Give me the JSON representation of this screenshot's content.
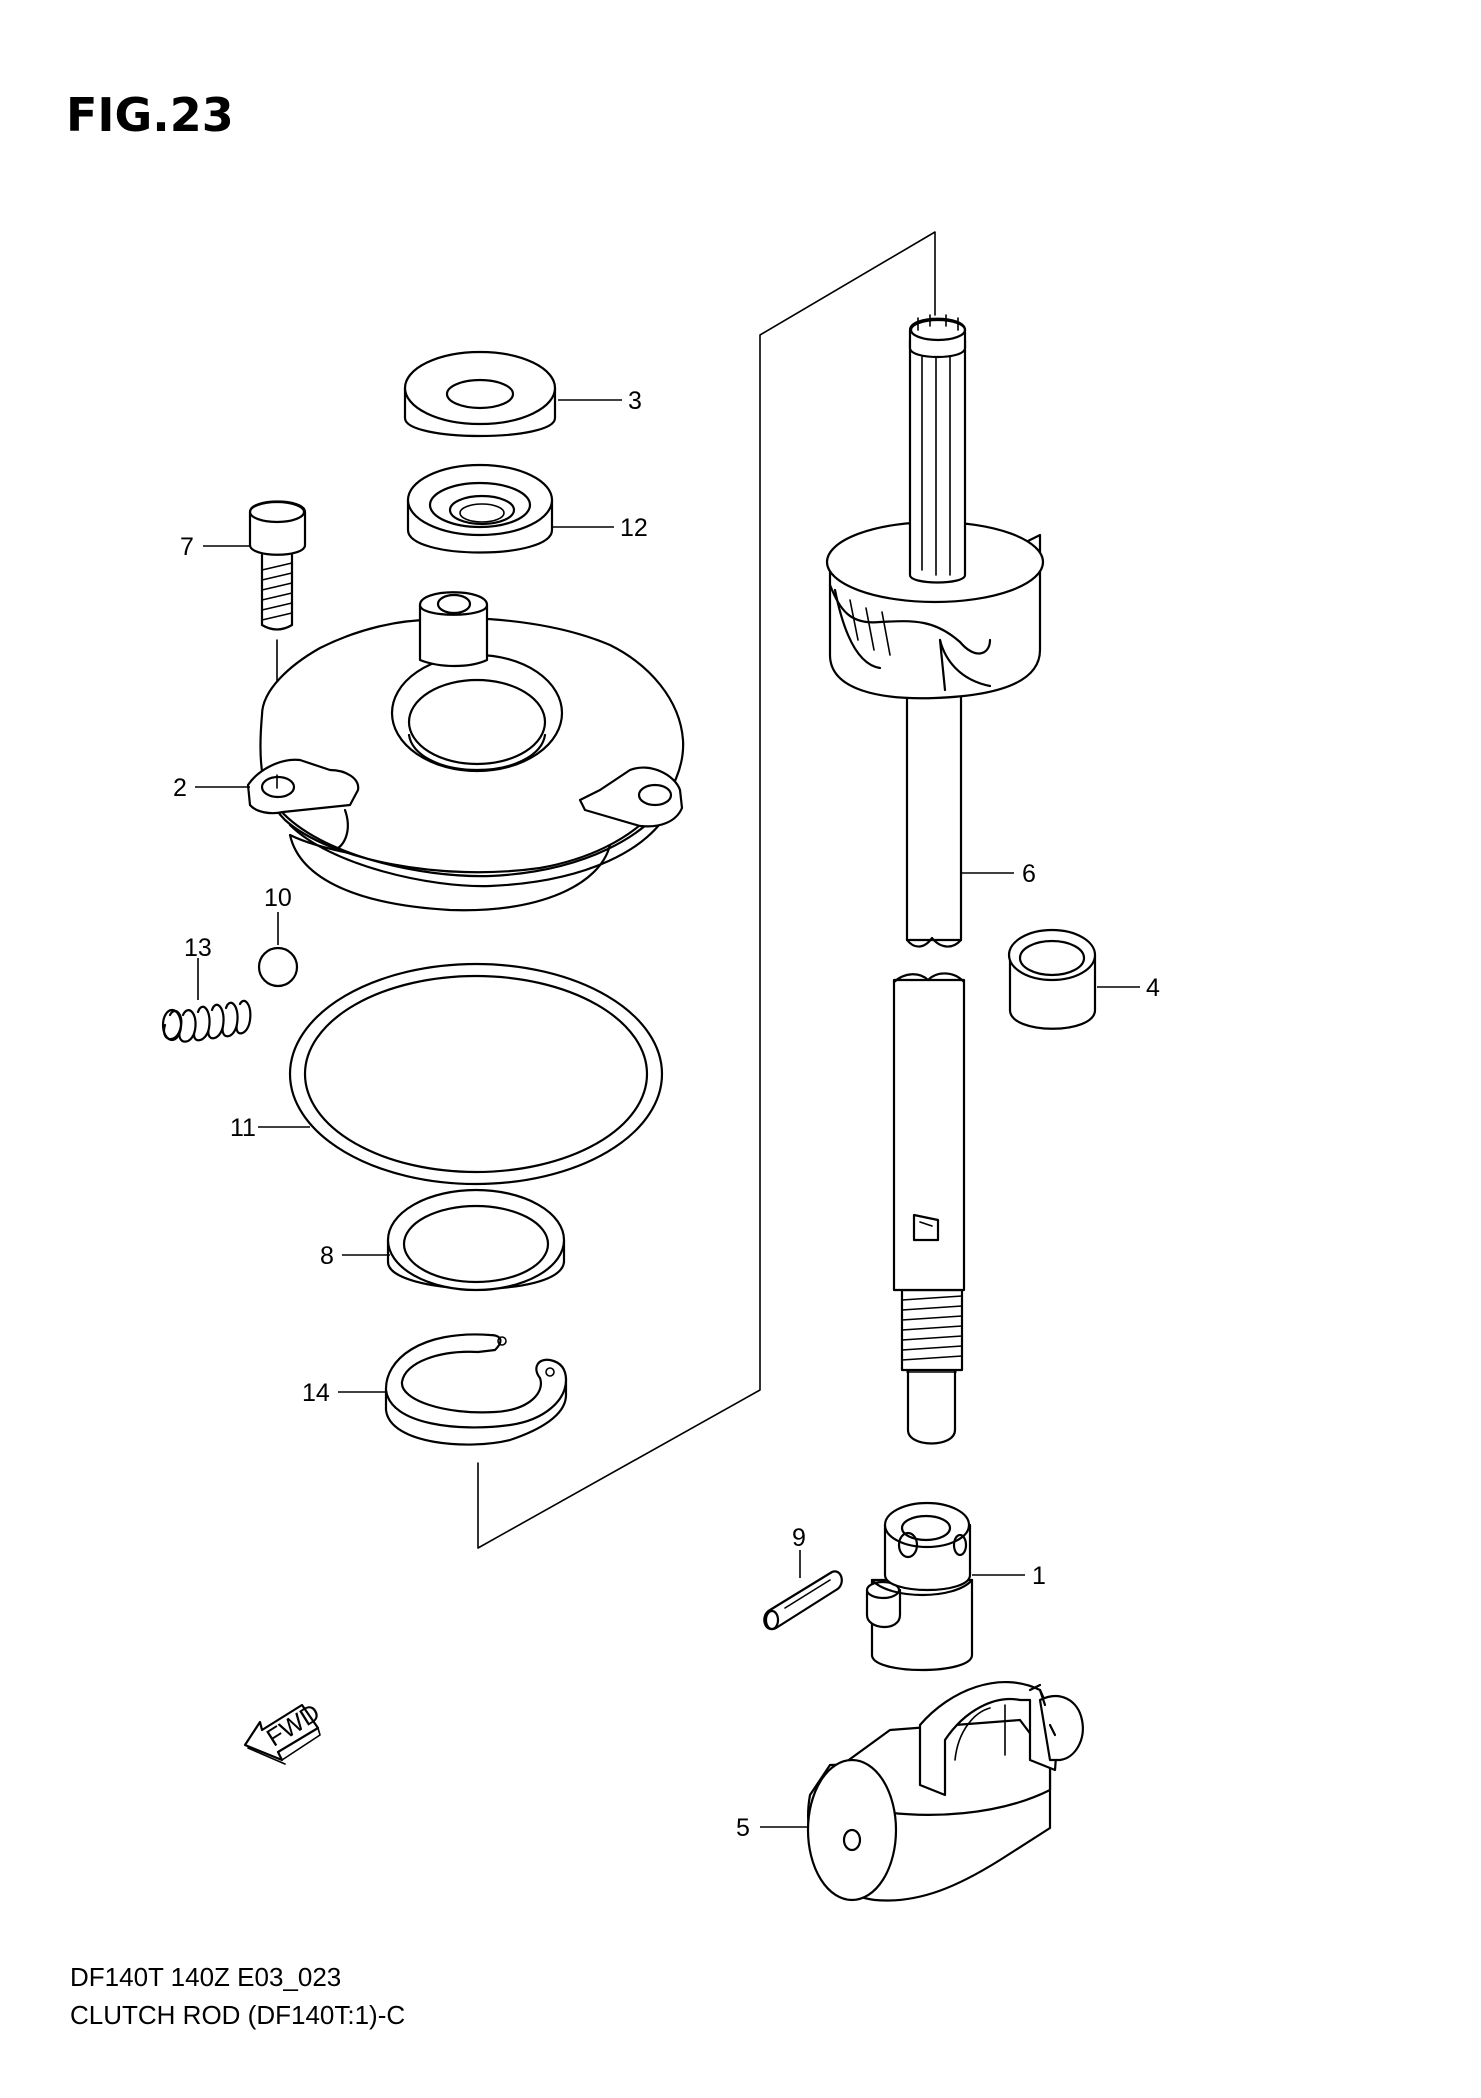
{
  "figure": {
    "title": "FIG.23",
    "model_code": "DF140T 140Z E03_023",
    "caption": "CLUTCH ROD (DF140T:1)-C"
  },
  "callouts": {
    "c1": "1",
    "c2": "2",
    "c3": "3",
    "c4": "4",
    "c5": "5",
    "c6": "6",
    "c7": "7",
    "c8": "8",
    "c9": "9",
    "c10": "10",
    "c11": "11",
    "c12": "12",
    "c13": "13",
    "c14": "14"
  },
  "direction_marker": {
    "label": "FWD",
    "icon": "fwd-arrow-icon"
  }
}
